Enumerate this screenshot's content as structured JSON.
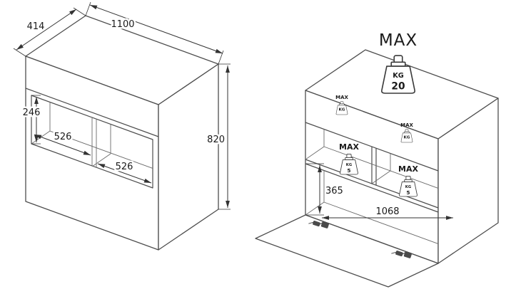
{
  "colors": {
    "outline": "#4d4d4d",
    "dimension": "#333333",
    "label": "#1a1a1a",
    "background": "#ffffff"
  },
  "left_view": {
    "name": "closed-cabinet-dimensions",
    "dims": {
      "depth": "414",
      "width": "1100",
      "opening_height": "246",
      "left_compartment_width": "526",
      "right_compartment_width": "526",
      "total_height": "820"
    }
  },
  "right_view": {
    "name": "open-cabinet-load-limits",
    "dims": {
      "flap_opening_height": "365",
      "flap_opening_width": "1068"
    },
    "weights": {
      "top": {
        "label": "MAX",
        "unit": "KG",
        "value": "20"
      },
      "upper_left": {
        "label": "MAX",
        "unit": "KG",
        "value": ""
      },
      "left_compartment": {
        "label": "MAX",
        "unit": "KG",
        "value": "5"
      },
      "upper_right": {
        "label": "MAX",
        "unit": "KG",
        "value": ""
      },
      "right_compartment": {
        "label": "MAX",
        "unit": "KG",
        "value": "5"
      }
    }
  }
}
